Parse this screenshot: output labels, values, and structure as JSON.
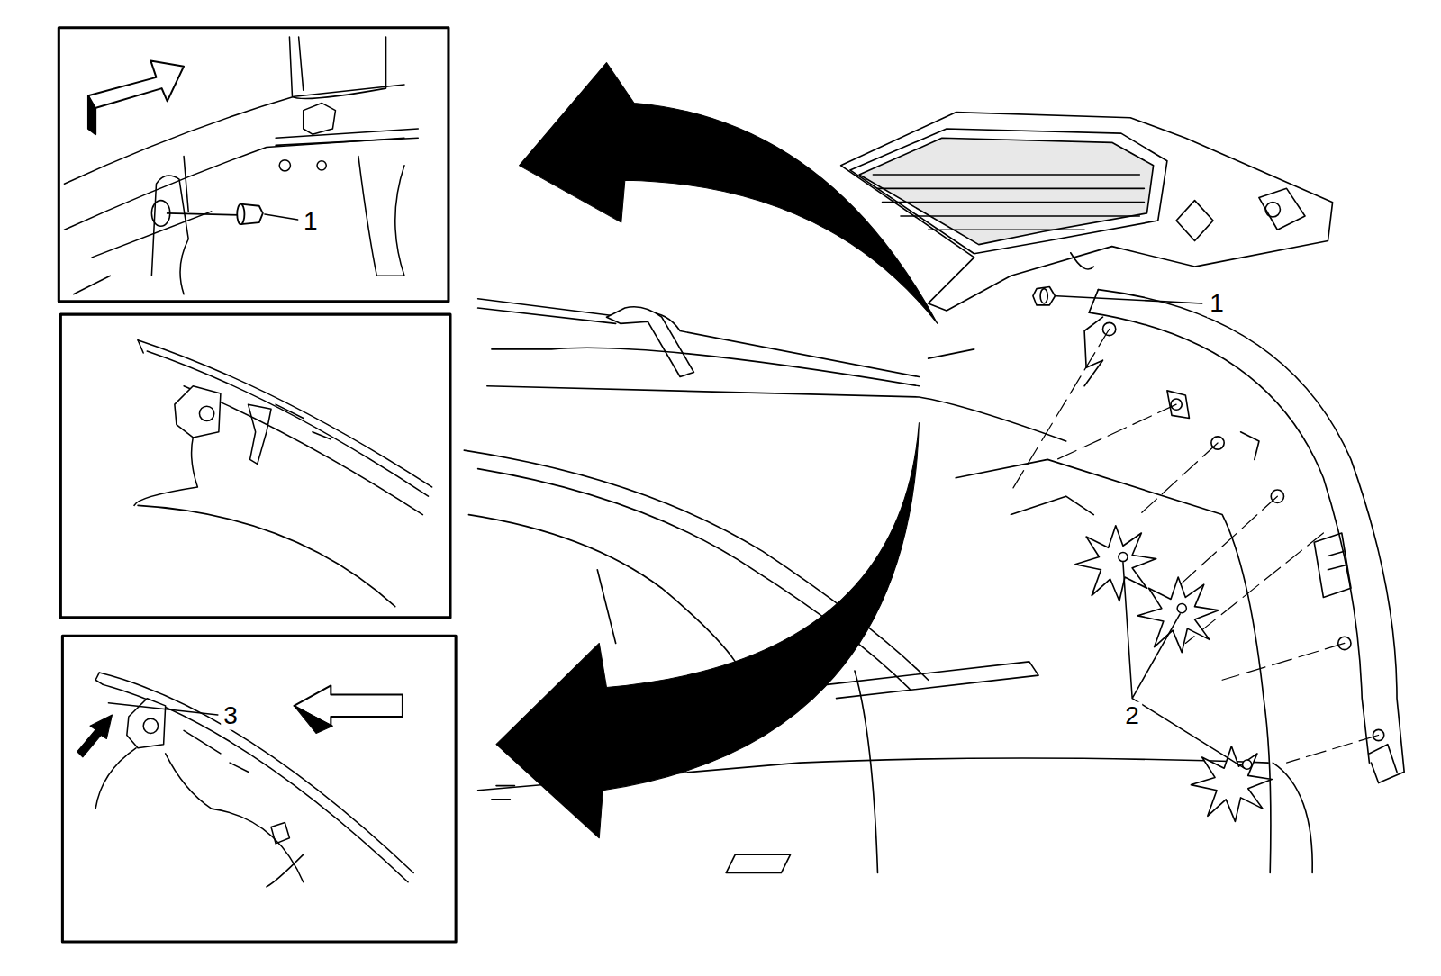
{
  "diagram": {
    "labels": [
      "1",
      "1",
      "3",
      "2"
    ]
  }
}
